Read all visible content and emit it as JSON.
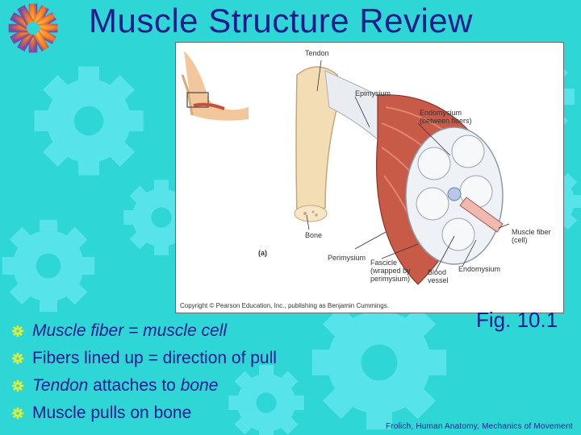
{
  "slide": {
    "title": "Muscle Structure Review",
    "figure_reference": "Fig. 10.1",
    "credit": "Frolich, Human Anatomy, Mechanics of Movement"
  },
  "figure": {
    "labels": {
      "tendon": "Tendon",
      "epimysium": "Epimysium",
      "endomysium_between": "Endomysium",
      "between_fibers": "(between fibers)",
      "bone": "Bone",
      "panel": "(a)",
      "perimysium": "Perimysium",
      "fascicle": "Fascicle",
      "wrapped_by": "(wrapped by",
      "perimysium_wrap": "perimysium)",
      "blood": "Blood",
      "vessel": "vessel",
      "endomysium": "Endomysium",
      "muscle_fiber": "Muscle fiber",
      "cell": "(cell)"
    },
    "copyright": "Copyright © Pearson Education, Inc., publishing as Benjamin Cummings."
  },
  "bullets": [
    {
      "parts": [
        {
          "text": "Muscle fiber = muscle cell",
          "italic": true
        }
      ]
    },
    {
      "parts": [
        {
          "text": "Fibers lined up = direction of pull",
          "italic": false
        }
      ]
    },
    {
      "parts": [
        {
          "text": "Tendon",
          "italic": true
        },
        {
          "text": " attaches to ",
          "italic": false
        },
        {
          "text": "bone",
          "italic": true
        }
      ]
    },
    {
      "parts": [
        {
          "text": "Muscle pulls on bone",
          "italic": false
        }
      ]
    }
  ],
  "colors": {
    "background": "#2fd6d6",
    "title_text": "#1c1c8c",
    "gear_decoration": "#55e2e8",
    "title_gear": "#f07a24",
    "bullet_gear": "#d8ee3a"
  },
  "icons": {
    "title": "gear-icon",
    "bullet": "gear-bullet-icon"
  }
}
